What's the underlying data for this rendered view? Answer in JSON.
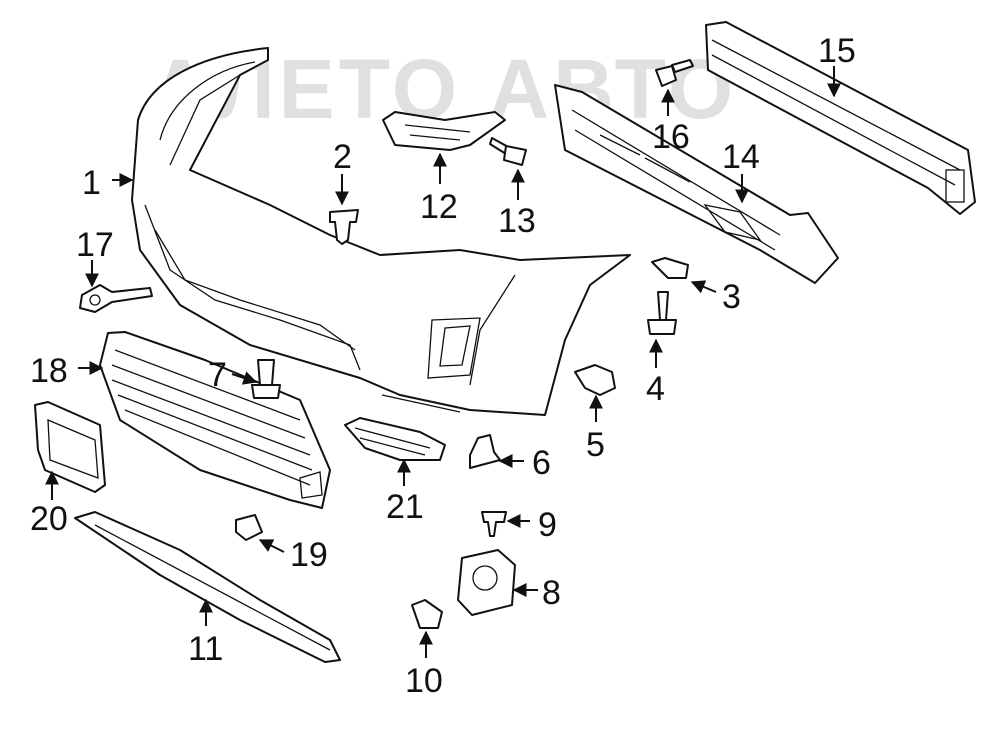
{
  "watermark": {
    "text": "АЛЕТО АВТО"
  },
  "callouts": [
    {
      "id": "1",
      "label": "1"
    },
    {
      "id": "2",
      "label": "2"
    },
    {
      "id": "3",
      "label": "3"
    },
    {
      "id": "4",
      "label": "4"
    },
    {
      "id": "5",
      "label": "5"
    },
    {
      "id": "6",
      "label": "6"
    },
    {
      "id": "7",
      "label": "7"
    },
    {
      "id": "8",
      "label": "8"
    },
    {
      "id": "9",
      "label": "9"
    },
    {
      "id": "10",
      "label": "10"
    },
    {
      "id": "11",
      "label": "11"
    },
    {
      "id": "12",
      "label": "12"
    },
    {
      "id": "13",
      "label": "13"
    },
    {
      "id": "14",
      "label": "14"
    },
    {
      "id": "15",
      "label": "15"
    },
    {
      "id": "16",
      "label": "16"
    },
    {
      "id": "17",
      "label": "17"
    },
    {
      "id": "18",
      "label": "18"
    },
    {
      "id": "19",
      "label": "19"
    },
    {
      "id": "20",
      "label": "20"
    },
    {
      "id": "21",
      "label": "21"
    }
  ]
}
